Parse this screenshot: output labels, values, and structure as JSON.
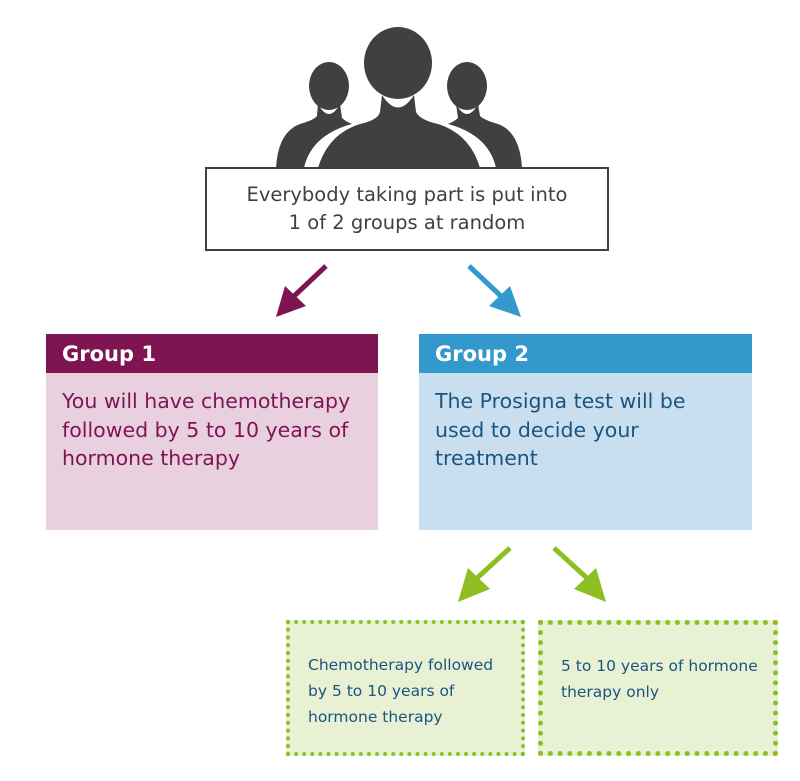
{
  "colors": {
    "people_icon": "#404040",
    "group1_accent": "#7f1452",
    "group1_bg": "#e8d0df",
    "group2_accent": "#3399cc",
    "group2_bg": "#c9dff0",
    "outcome_accent": "#8dbf22",
    "outcome_bg": "#e8f1d4"
  },
  "icons": {
    "people": "people-group-icon",
    "arrow_left": "arrow-down-left-icon",
    "arrow_right": "arrow-down-right-icon"
  },
  "intro": {
    "text": "Everybody taking part is put into\n1 of 2 groups at random"
  },
  "groups": [
    {
      "title": "Group 1",
      "text": "You will have chemotherapy followed by 5 to 10 years of hormone therapy"
    },
    {
      "title": "Group 2",
      "text": "The Prosigna test will be used to decide your treatment"
    }
  ],
  "outcomes": [
    {
      "text": "Chemotherapy followed by 5 to 10 years of hormone therapy"
    },
    {
      "text": "5 to 10 years of hormone therapy only"
    }
  ]
}
